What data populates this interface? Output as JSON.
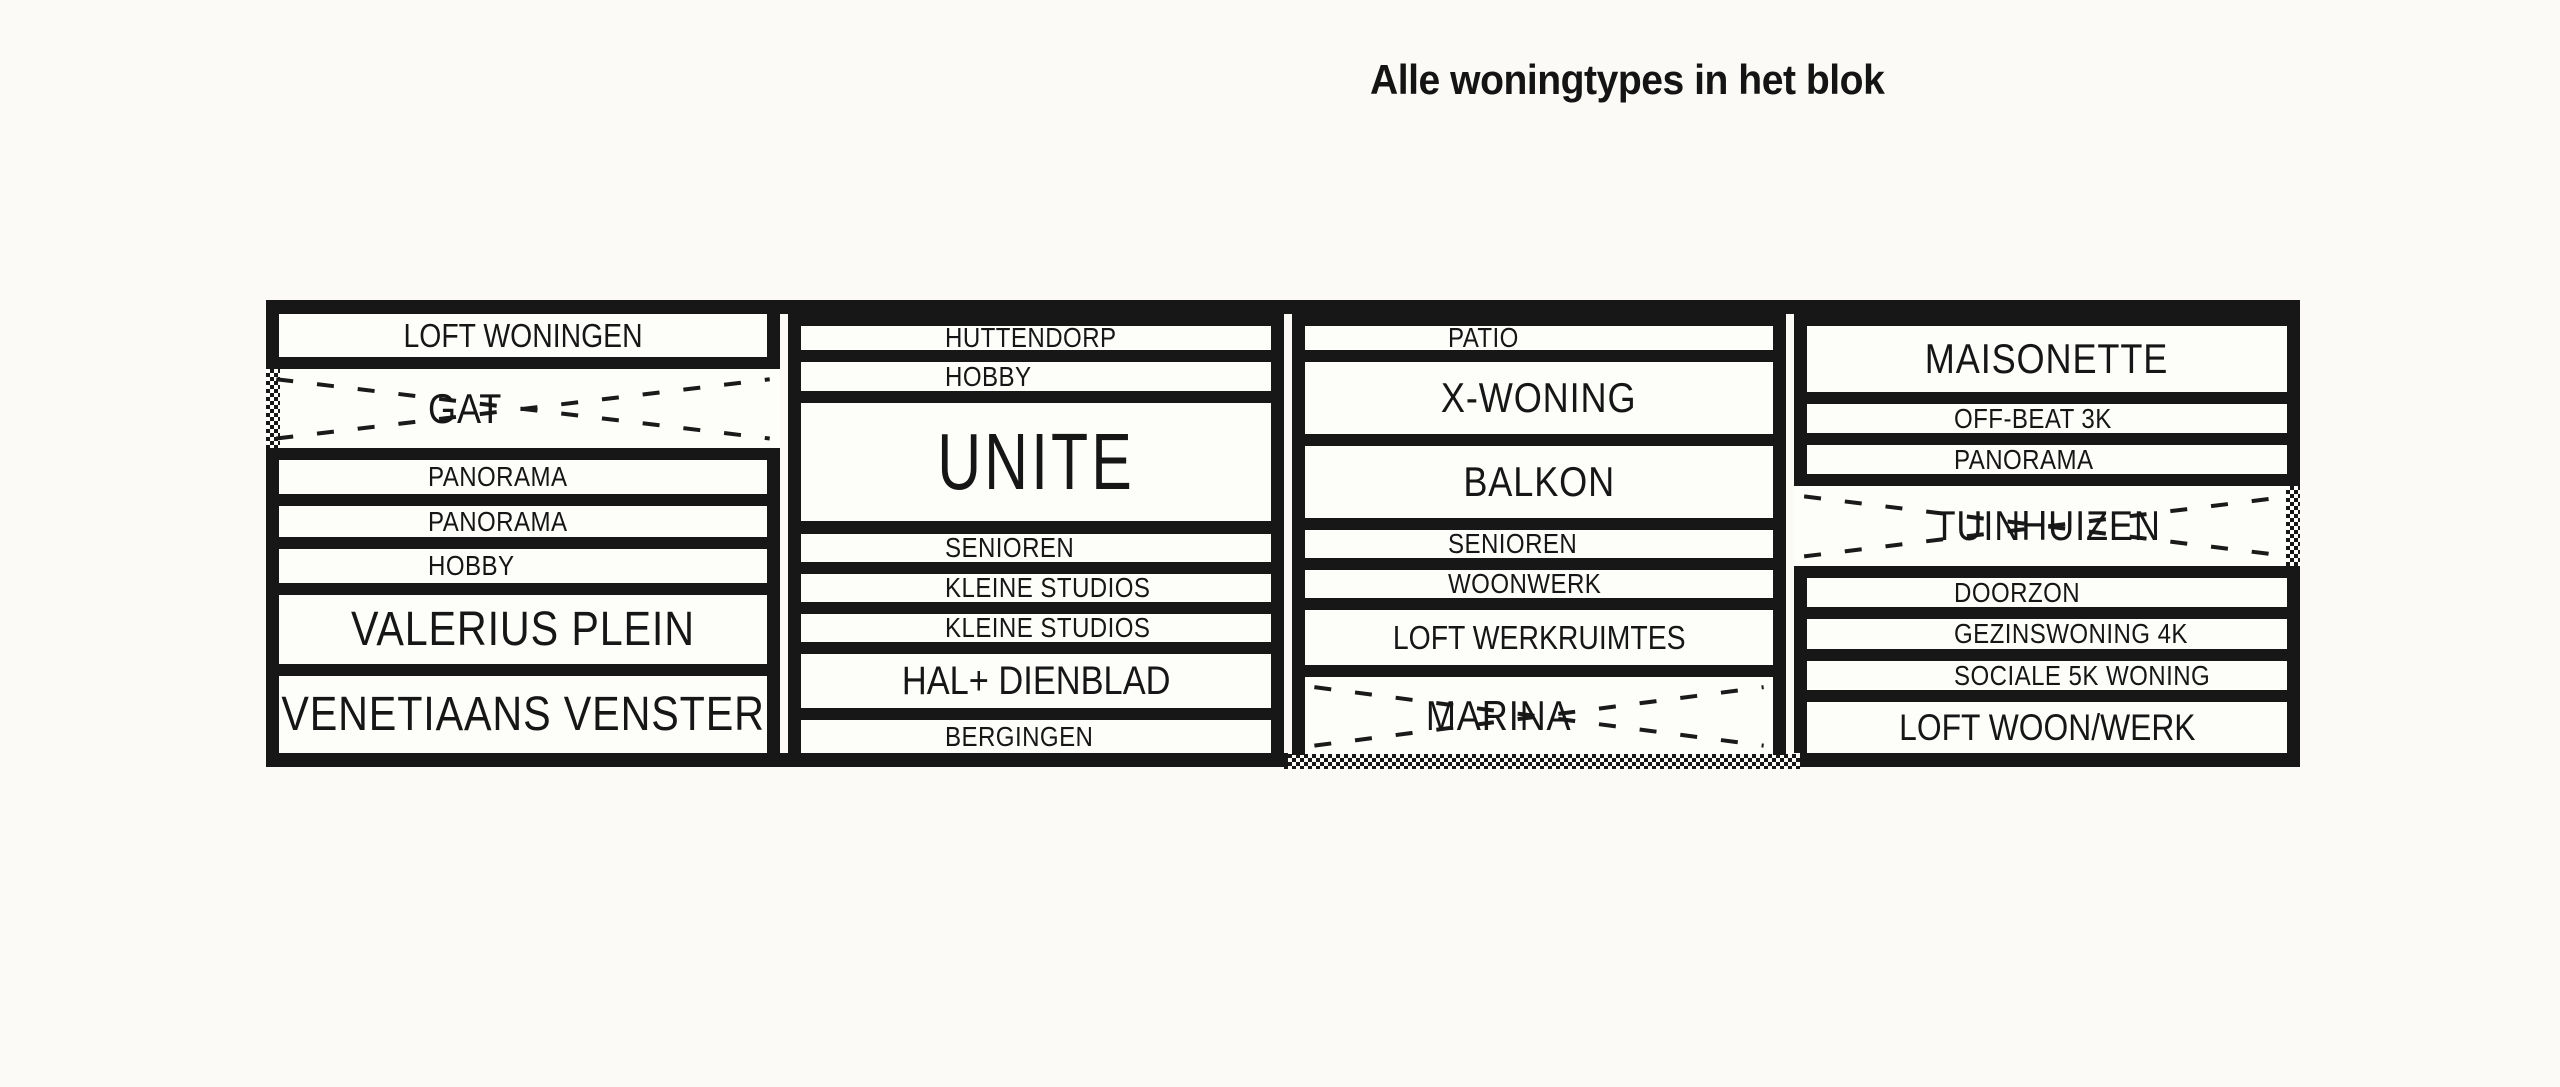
{
  "title": "Alle woningtypes in het blok",
  "colors": {
    "ink": "#171717",
    "paper": "#fbfaf6"
  },
  "diagram": {
    "description": "Stacking diagram of all housing types in the block; crossed boxes are voids",
    "columns": [
      {
        "cells": [
          {
            "label": "LOFT WONINGEN"
          },
          {
            "label": "GAT",
            "crossed": true,
            "hatch_edge": "left"
          },
          {
            "label": "PANORAMA"
          },
          {
            "label": "PANORAMA"
          },
          {
            "label": "HOBBY"
          },
          {
            "label": "VALERIUS PLEIN"
          },
          {
            "label": "VENETIAANS VENSTER"
          }
        ]
      },
      {
        "cells": [
          {
            "label": "HUTTENDORP"
          },
          {
            "label": "HOBBY"
          },
          {
            "label": "UNITE"
          },
          {
            "label": "SENIOREN"
          },
          {
            "label": "KLEINE STUDIOS"
          },
          {
            "label": "KLEINE STUDIOS"
          },
          {
            "label": "HAL+ DIENBLAD"
          },
          {
            "label": "BERGINGEN"
          }
        ]
      },
      {
        "cells": [
          {
            "label": "PATIO"
          },
          {
            "label": "X-WONING"
          },
          {
            "label": "BALKON"
          },
          {
            "label": "SENIOREN"
          },
          {
            "label": "WOONWERK"
          },
          {
            "label": "LOFT WERKRUIMTES"
          },
          {
            "label": "MARINA",
            "crossed": true,
            "hatch_edge": "bottom"
          }
        ]
      },
      {
        "cells": [
          {
            "label": "MAISONETTE"
          },
          {
            "label": "OFF-BEAT 3K"
          },
          {
            "label": "PANORAMA"
          },
          {
            "label": "TUINHUIZEN",
            "crossed": true,
            "hatch_edge": "right"
          },
          {
            "label": "DOORZON"
          },
          {
            "label": "GEZINSWONING 4K"
          },
          {
            "label": "SOCIALE 5K WONING"
          },
          {
            "label": "LOFT WOON/WERK"
          }
        ]
      }
    ]
  }
}
